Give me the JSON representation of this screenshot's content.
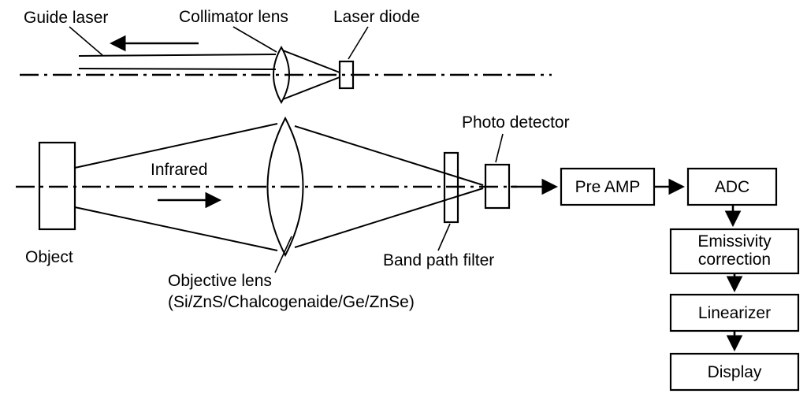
{
  "labels": {
    "guide_laser": "Guide laser",
    "collimator_lens": "Collimator lens",
    "laser_diode": "Laser diode",
    "photo_detector": "Photo detector",
    "infrared": "Infrared",
    "object": "Object",
    "band_path_filter": "Band path filter",
    "objective_lens": "Objective lens",
    "objective_lens_materials": "(Si/ZnS/Chalcogenaide/Ge/ZnSe)"
  },
  "blocks": {
    "pre_amp": "Pre AMP",
    "adc": "ADC",
    "emissivity_line1": "Emissivity",
    "emissivity_line2": "correction",
    "linearizer": "Linearizer",
    "display": "Display"
  },
  "colors": {
    "stroke": "#000000",
    "background": "#ffffff"
  }
}
